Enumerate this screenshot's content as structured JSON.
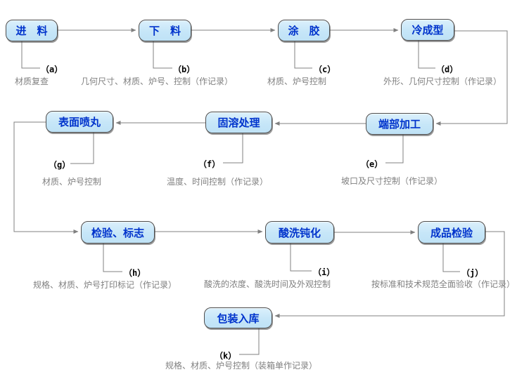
{
  "diagram": {
    "type": "process-flowchart",
    "colors": {
      "box_fill": "#c6e6f8",
      "box_border": "#4d4d4d",
      "box_text": "#0033cc",
      "connector_line": "#808080",
      "tag_text": "#000000",
      "desc_text": "#808080",
      "background": "#ffffff"
    }
  },
  "nodes": [
    {
      "id": "a",
      "label": "进　料",
      "tag": "（a）",
      "desc": "材质复查"
    },
    {
      "id": "b",
      "label": "下　料",
      "tag": "（b）",
      "desc": "几何尺寸、材质、炉号、控制（作记录）"
    },
    {
      "id": "c",
      "label": "涂　胶",
      "tag": "（c）",
      "desc": "材质、炉号控制"
    },
    {
      "id": "d",
      "label": "冷成型",
      "tag": "（d）",
      "desc": "外形、几何尺寸控制（作记录）"
    },
    {
      "id": "e",
      "label": "端部加工",
      "tag": "（e）",
      "desc": "坡口及尺寸控制（作记录）"
    },
    {
      "id": "f",
      "label": "固溶处理",
      "tag": "（f）",
      "desc": "温度、时间控制（作记录）"
    },
    {
      "id": "g",
      "label": "表面喷丸",
      "tag": "（g）",
      "desc": "材质、炉号控制"
    },
    {
      "id": "h",
      "label": "检验、标志",
      "tag": "（h）",
      "desc": "规格、材质、炉号打印标记（作记录）"
    },
    {
      "id": "i",
      "label": "酸洗钝化",
      "tag": "（i）",
      "desc": "酸洗的浓度、酸洗时间及外观控制"
    },
    {
      "id": "j",
      "label": "成品检验",
      "tag": "（j）",
      "desc": "按标准和技术规范全面验收（作记录）"
    },
    {
      "id": "k",
      "label": "包装入库",
      "tag": "（k）",
      "desc": "规格、材质、炉号控制（装箱单作记录）"
    }
  ]
}
